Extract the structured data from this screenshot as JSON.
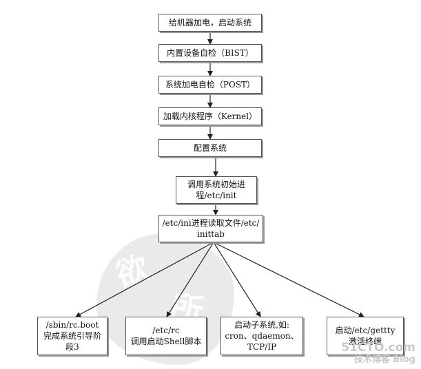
{
  "nodes": [
    {
      "id": "power-on",
      "text": "给机器加电，启动系统"
    },
    {
      "id": "bist",
      "text": "内置设备自检（BIST）"
    },
    {
      "id": "post",
      "text": "系统加电自检（POST）"
    },
    {
      "id": "load-kernel",
      "text": "加载内核程序（Kernel）"
    },
    {
      "id": "config-system",
      "text": "配置系统"
    },
    {
      "id": "init-process",
      "text": "调用系统初始进\n程/etc/init"
    },
    {
      "id": "read-inittab",
      "text": "/etc/ini进程读取文件/etc/\ninittab"
    },
    {
      "id": "rc-boot",
      "text": "/sbin/rc.boot\n完成系统引导阶\n段3"
    },
    {
      "id": "etc-rc",
      "text": "/etc/rc\n调用启动Shell脚本"
    },
    {
      "id": "subsystems",
      "text": "启动子系统,如:\ncron、qdaemon、\nTCP/IP"
    },
    {
      "id": "getty",
      "text": "启动/etc/gettty\n激活终端"
    }
  ],
  "watermark": {
    "seal_glyphs": [
      "欲",
      "所"
    ],
    "logo_top": "51CTO.com",
    "logo_bottom": "技术博客  Blog"
  },
  "colors": {
    "line": "#222222",
    "border": "#555555",
    "watermark": "#d9d9d9"
  }
}
